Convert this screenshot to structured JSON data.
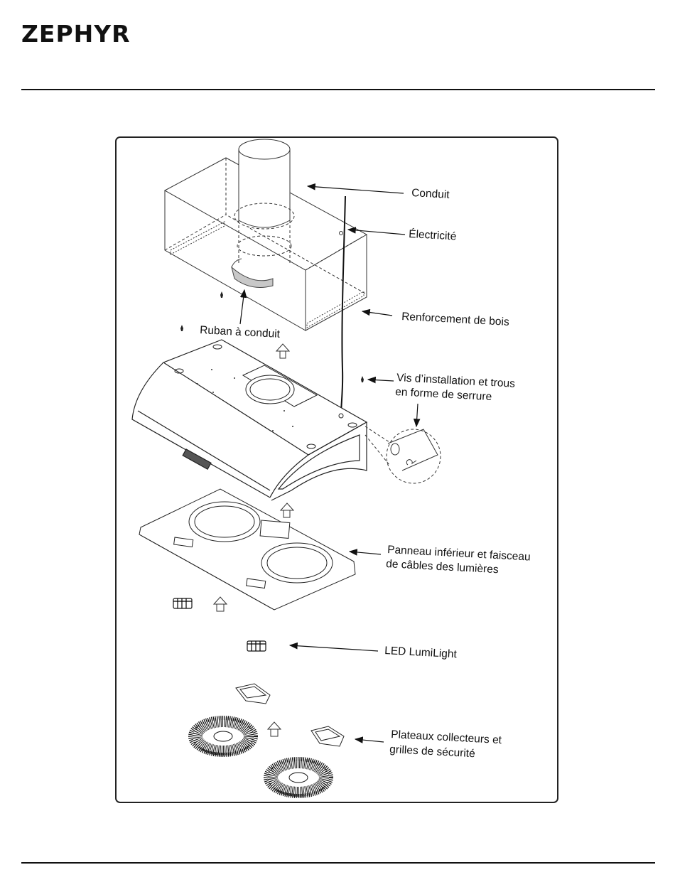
{
  "brand": "ZEPHYR",
  "labels": {
    "duct": "Conduit",
    "electricity": "Électricité",
    "wood_reinforcement": "Renforcement de bois",
    "duct_tape": "Ruban à conduit",
    "screws_line1": "Vis d’installation et trous",
    "screws_line2": "en forme de serrure",
    "bottom_panel_line1": "Panneau inférieur et faisceau",
    "bottom_panel_line2": "de câbles des lumières",
    "led": "LED LumiLight",
    "trays_line1": "Plateaux collecteurs et",
    "trays_line2": "grilles de sécurité"
  }
}
